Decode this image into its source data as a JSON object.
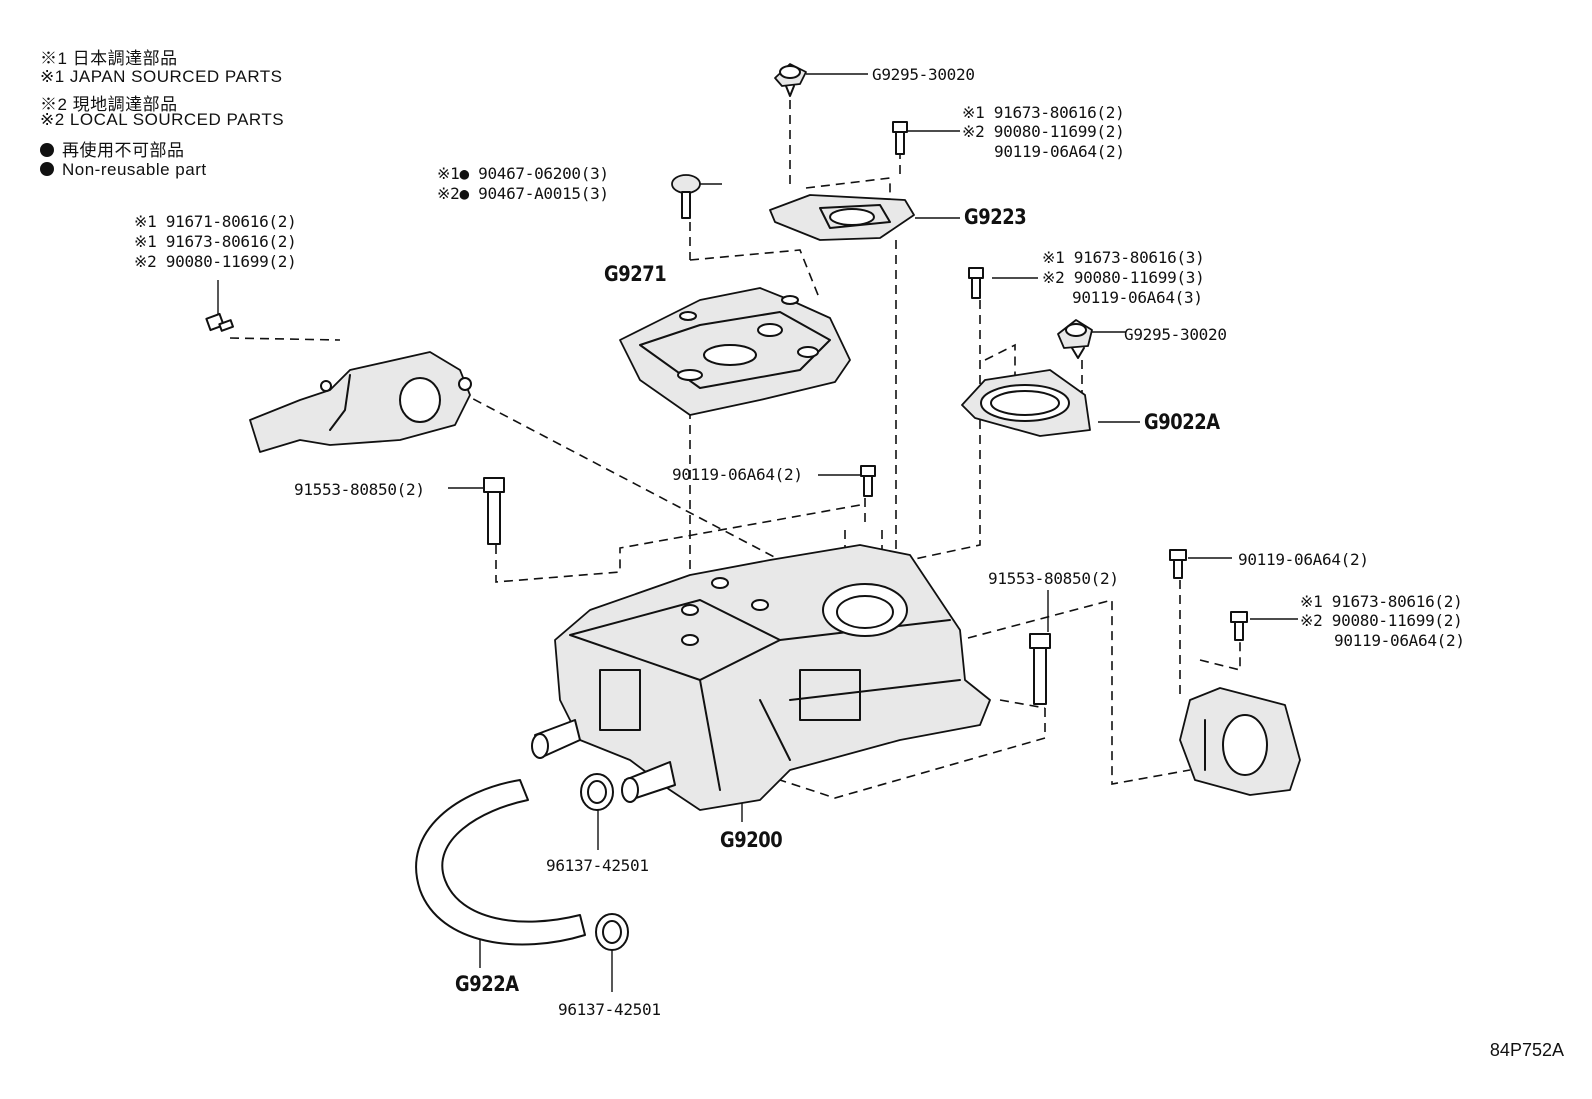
{
  "legend": {
    "line1": "※1 日本調達部品",
    "line2": "※1 JAPAN SOURCED PARTS",
    "line3": "※2 現地調達部品",
    "line4": "※2 LOCAL SOURCED PARTS",
    "line5": "再使用不可部品",
    "line6": "Non-reusable part"
  },
  "callouts": {
    "g9295_top": "G9295-30020",
    "bolt_top_1": "※1 91673-80616(2)",
    "bolt_top_2": "※2 90080-11699(2)",
    "bolt_top_3": "90119-06A64(2)",
    "screw_1": "※1● 90467-06200(3)",
    "screw_2": "※2● 90467-A0015(3)",
    "g9223": "G9223",
    "left_bolt_1": "※1 91671-80616(2)",
    "left_bolt_2": "※1 91673-80616(2)",
    "left_bolt_3": "※2 90080-11699(2)",
    "g9271": "G9271",
    "right_bolt_1": "※1 91673-80616(3)",
    "right_bolt_2": "※2 90080-11699(3)",
    "right_bolt_3": "90119-06A64(3)",
    "g9295_right": "G9295-30020",
    "g9022a": "G9022A",
    "center_bolt": "90119-06A64(2)",
    "long_bolt_left": "91553-80850(2)",
    "long_bolt_right": "91553-80850(2)",
    "br_bolt_top": "90119-06A64(2)",
    "br_bolt_1": "※1 91673-80616(2)",
    "br_bolt_2": "※2 90080-11699(2)",
    "br_bolt_3": "90119-06A64(2)",
    "g9200": "G9200",
    "clamp_1": "96137-42501",
    "g922a": "G922A",
    "clamp_2": "96137-42501"
  },
  "diagram_ref": "84P752A"
}
